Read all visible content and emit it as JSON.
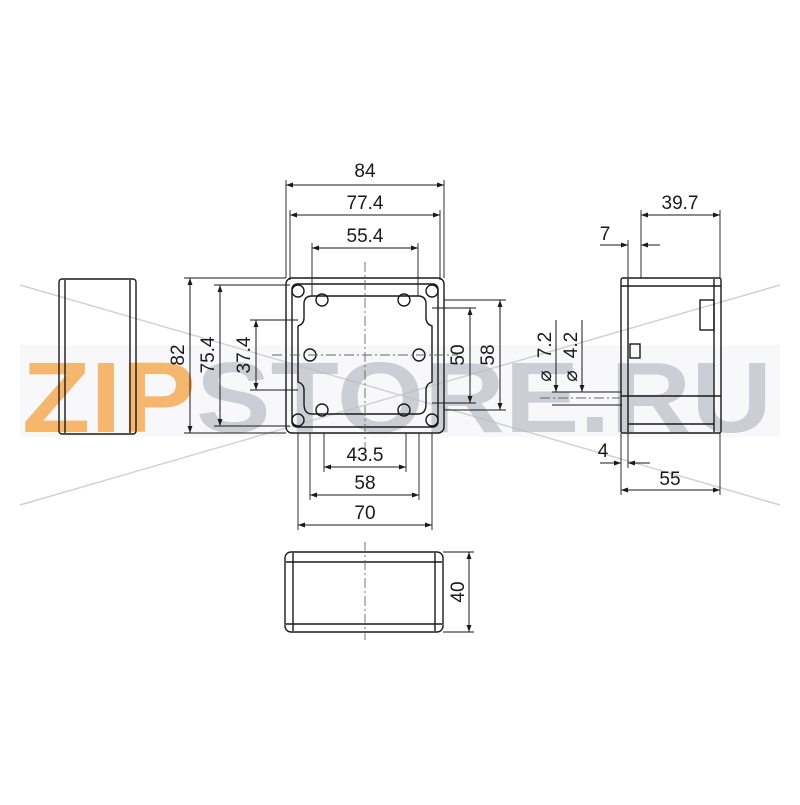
{
  "watermark": {
    "prefix": "ZIP",
    "suffix": "STORE.RU",
    "prefix_color": "#f5a040",
    "suffix_color": "#b9bdc4"
  },
  "dimensions": {
    "top_84": "84",
    "top_77_4": "77.4",
    "top_55_4": "55.4",
    "left_82": "82",
    "left_75_4": "75.4",
    "left_37_4": "37.4",
    "right_50": "50",
    "right_58": "58",
    "bottom_43_5": "43.5",
    "bottom_58": "58",
    "bottom_70": "70",
    "height_40": "40",
    "side_39_7": "39.7",
    "side_7": "7",
    "hole_7_2": "7.2",
    "hole_4_2": "4.2",
    "side_4": "4",
    "side_55": "55"
  },
  "symbols": {
    "diameter": "⌀"
  },
  "colors": {
    "line": "#1a1a1a",
    "centerline": "#666666"
  }
}
